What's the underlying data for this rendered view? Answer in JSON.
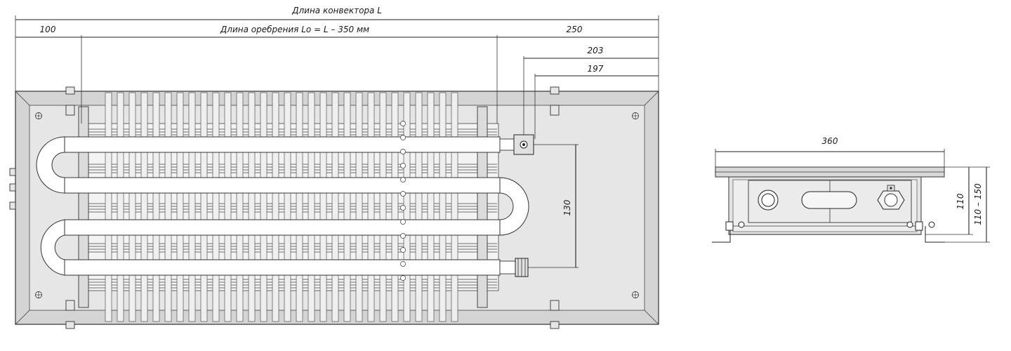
{
  "dimensions": {
    "convector_length": "Длина конвектора L",
    "fin_length": "Длина оребрения Lо = L – 350 мм",
    "left_offset": "100",
    "right_offset": "250",
    "outlet_a": "203",
    "outlet_b": "197",
    "pipe_spacing": "130",
    "width": "360",
    "height": "110",
    "height_range": "110 – 150"
  },
  "colors": {
    "frame": "#d4d4d4",
    "panel": "#e6e6e6",
    "lines": "#333333"
  }
}
